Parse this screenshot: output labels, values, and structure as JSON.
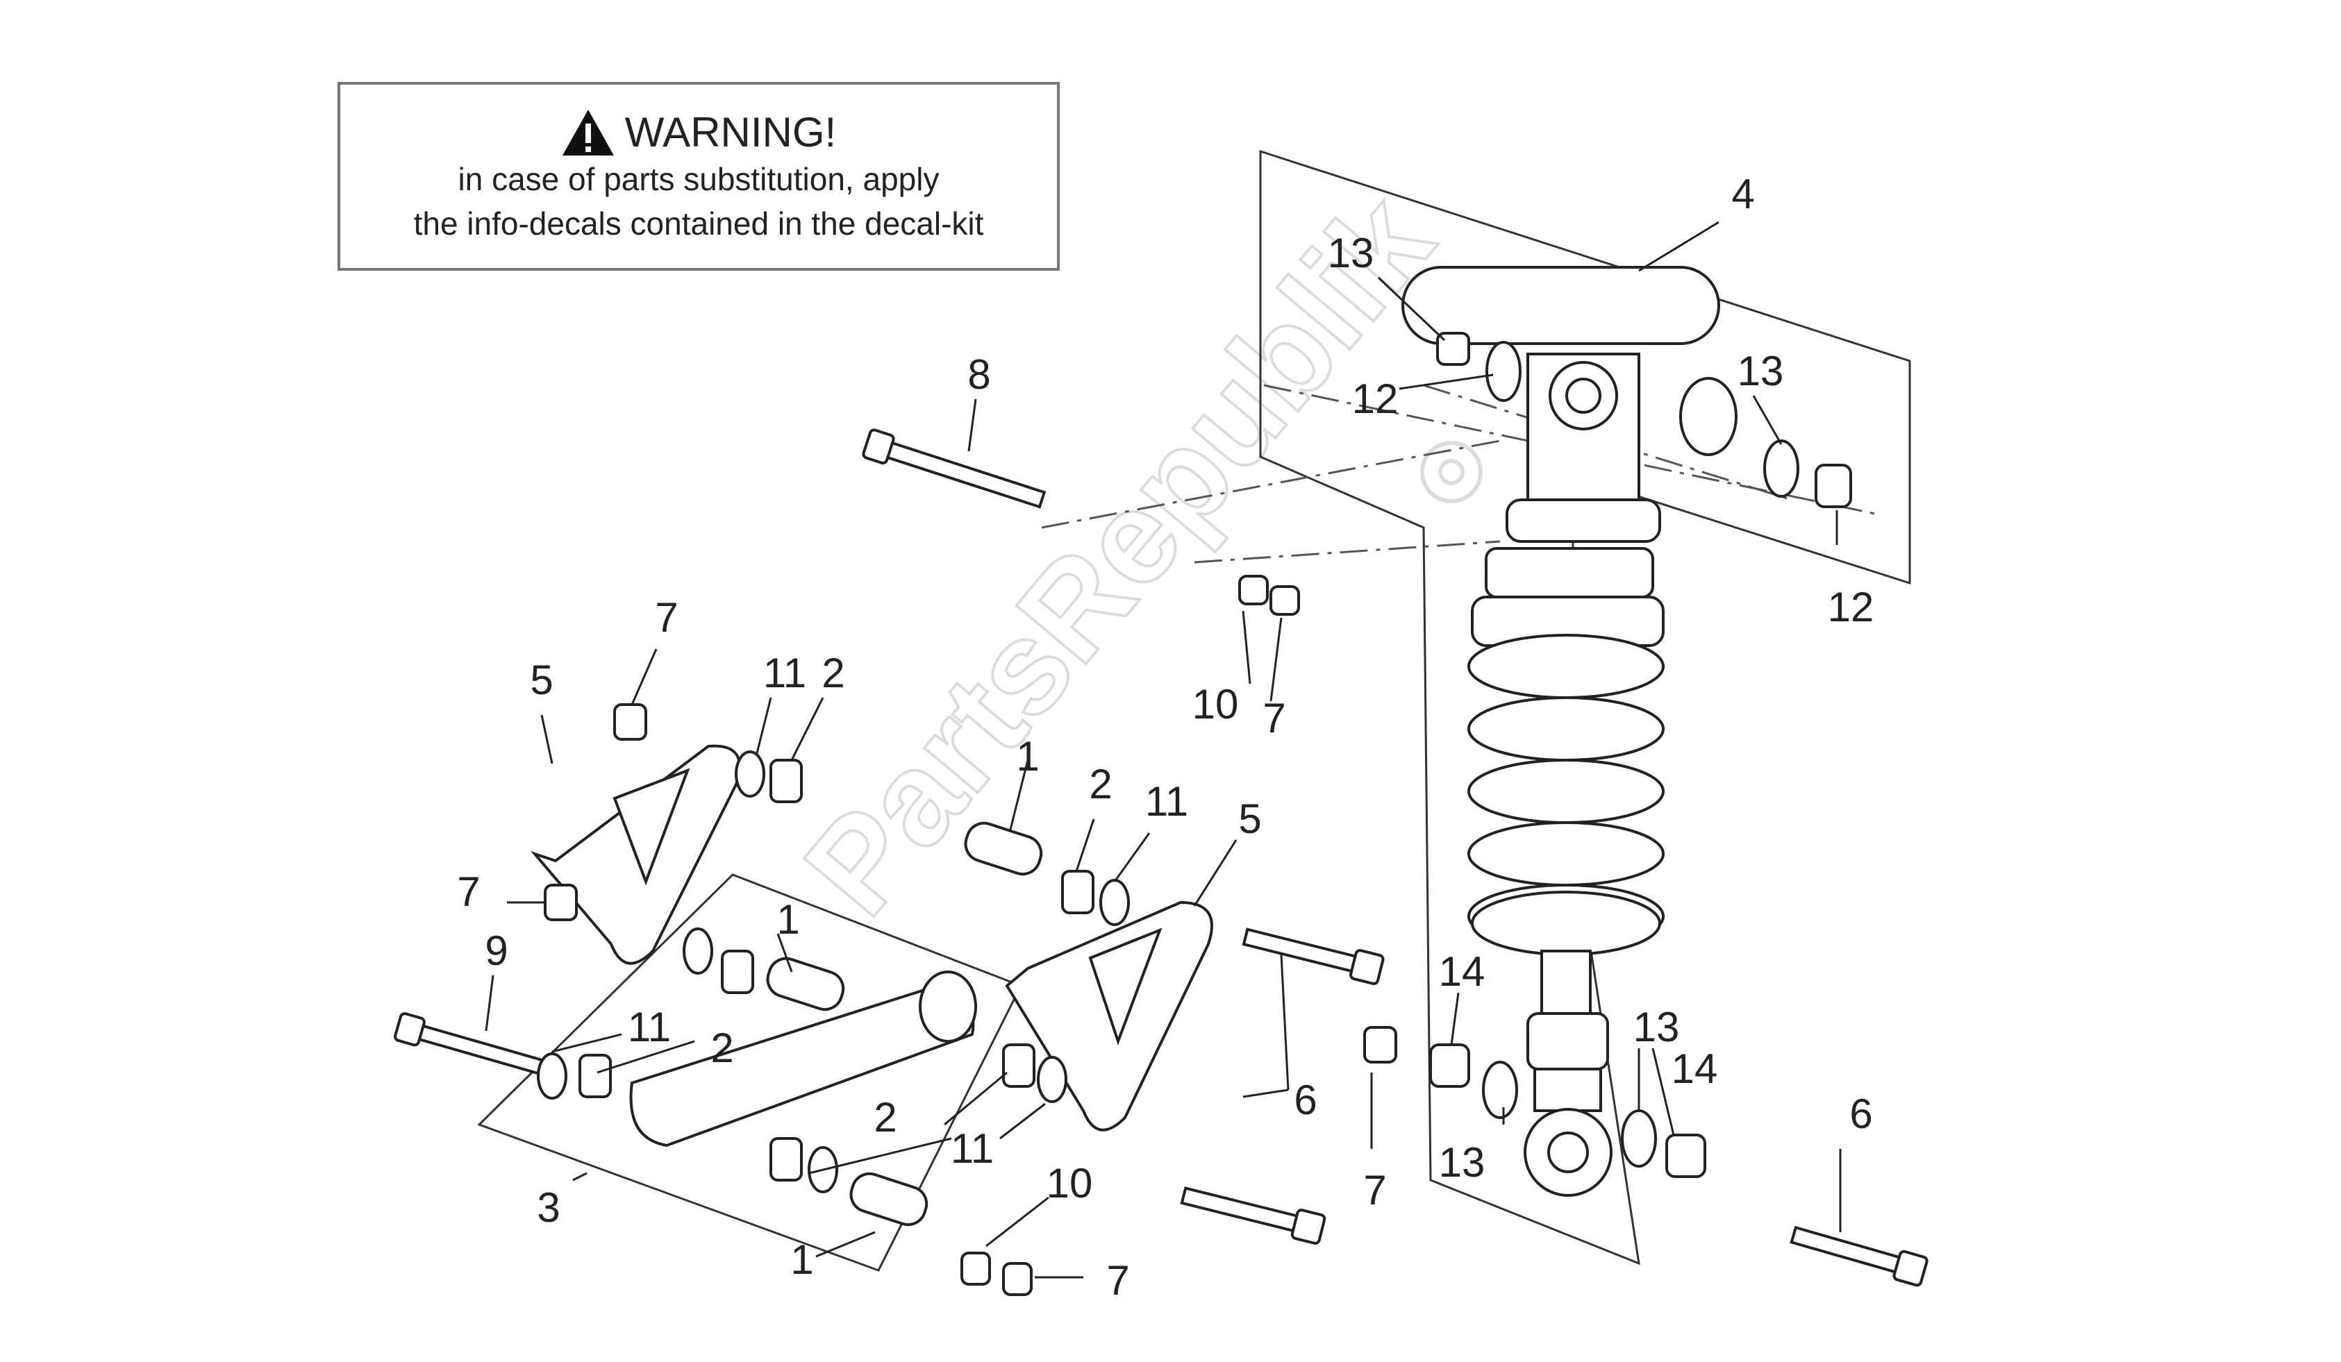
{
  "warning": {
    "title": "WARNING!",
    "line1": "in case of parts substitution, apply",
    "line2": "the info-decals contained in the decal-kit"
  },
  "watermark": "PartsRepublik",
  "callouts": [
    {
      "id": "c4",
      "text": "4"
    },
    {
      "id": "c13a",
      "text": "13"
    },
    {
      "id": "c12a",
      "text": "12"
    },
    {
      "id": "c13b",
      "text": "13"
    },
    {
      "id": "c12b",
      "text": "12"
    },
    {
      "id": "c8",
      "text": "8"
    },
    {
      "id": "c10a",
      "text": "10"
    },
    {
      "id": "c7a",
      "text": "7"
    },
    {
      "id": "c7b",
      "text": "7"
    },
    {
      "id": "c5a",
      "text": "5"
    },
    {
      "id": "c11a",
      "text": "11"
    },
    {
      "id": "c2a",
      "text": "2"
    },
    {
      "id": "c1a",
      "text": "1"
    },
    {
      "id": "c2b",
      "text": "2"
    },
    {
      "id": "c11b",
      "text": "11"
    },
    {
      "id": "c5b",
      "text": "5"
    },
    {
      "id": "c7c",
      "text": "7"
    },
    {
      "id": "c9",
      "text": "9"
    },
    {
      "id": "c1b",
      "text": "1"
    },
    {
      "id": "c11c",
      "text": "11"
    },
    {
      "id": "c2c",
      "text": "2"
    },
    {
      "id": "c6a",
      "text": "6"
    },
    {
      "id": "c14a",
      "text": "14"
    },
    {
      "id": "c13c",
      "text": "13"
    },
    {
      "id": "c14b",
      "text": "14"
    },
    {
      "id": "c13d",
      "text": "13"
    },
    {
      "id": "c2d",
      "text": "2"
    },
    {
      "id": "c11d",
      "text": "11"
    },
    {
      "id": "c3",
      "text": "3"
    },
    {
      "id": "c10b",
      "text": "10"
    },
    {
      "id": "c1c",
      "text": "1"
    },
    {
      "id": "c7d",
      "text": "7"
    },
    {
      "id": "c7e",
      "text": "7"
    },
    {
      "id": "c6b",
      "text": "6"
    }
  ]
}
